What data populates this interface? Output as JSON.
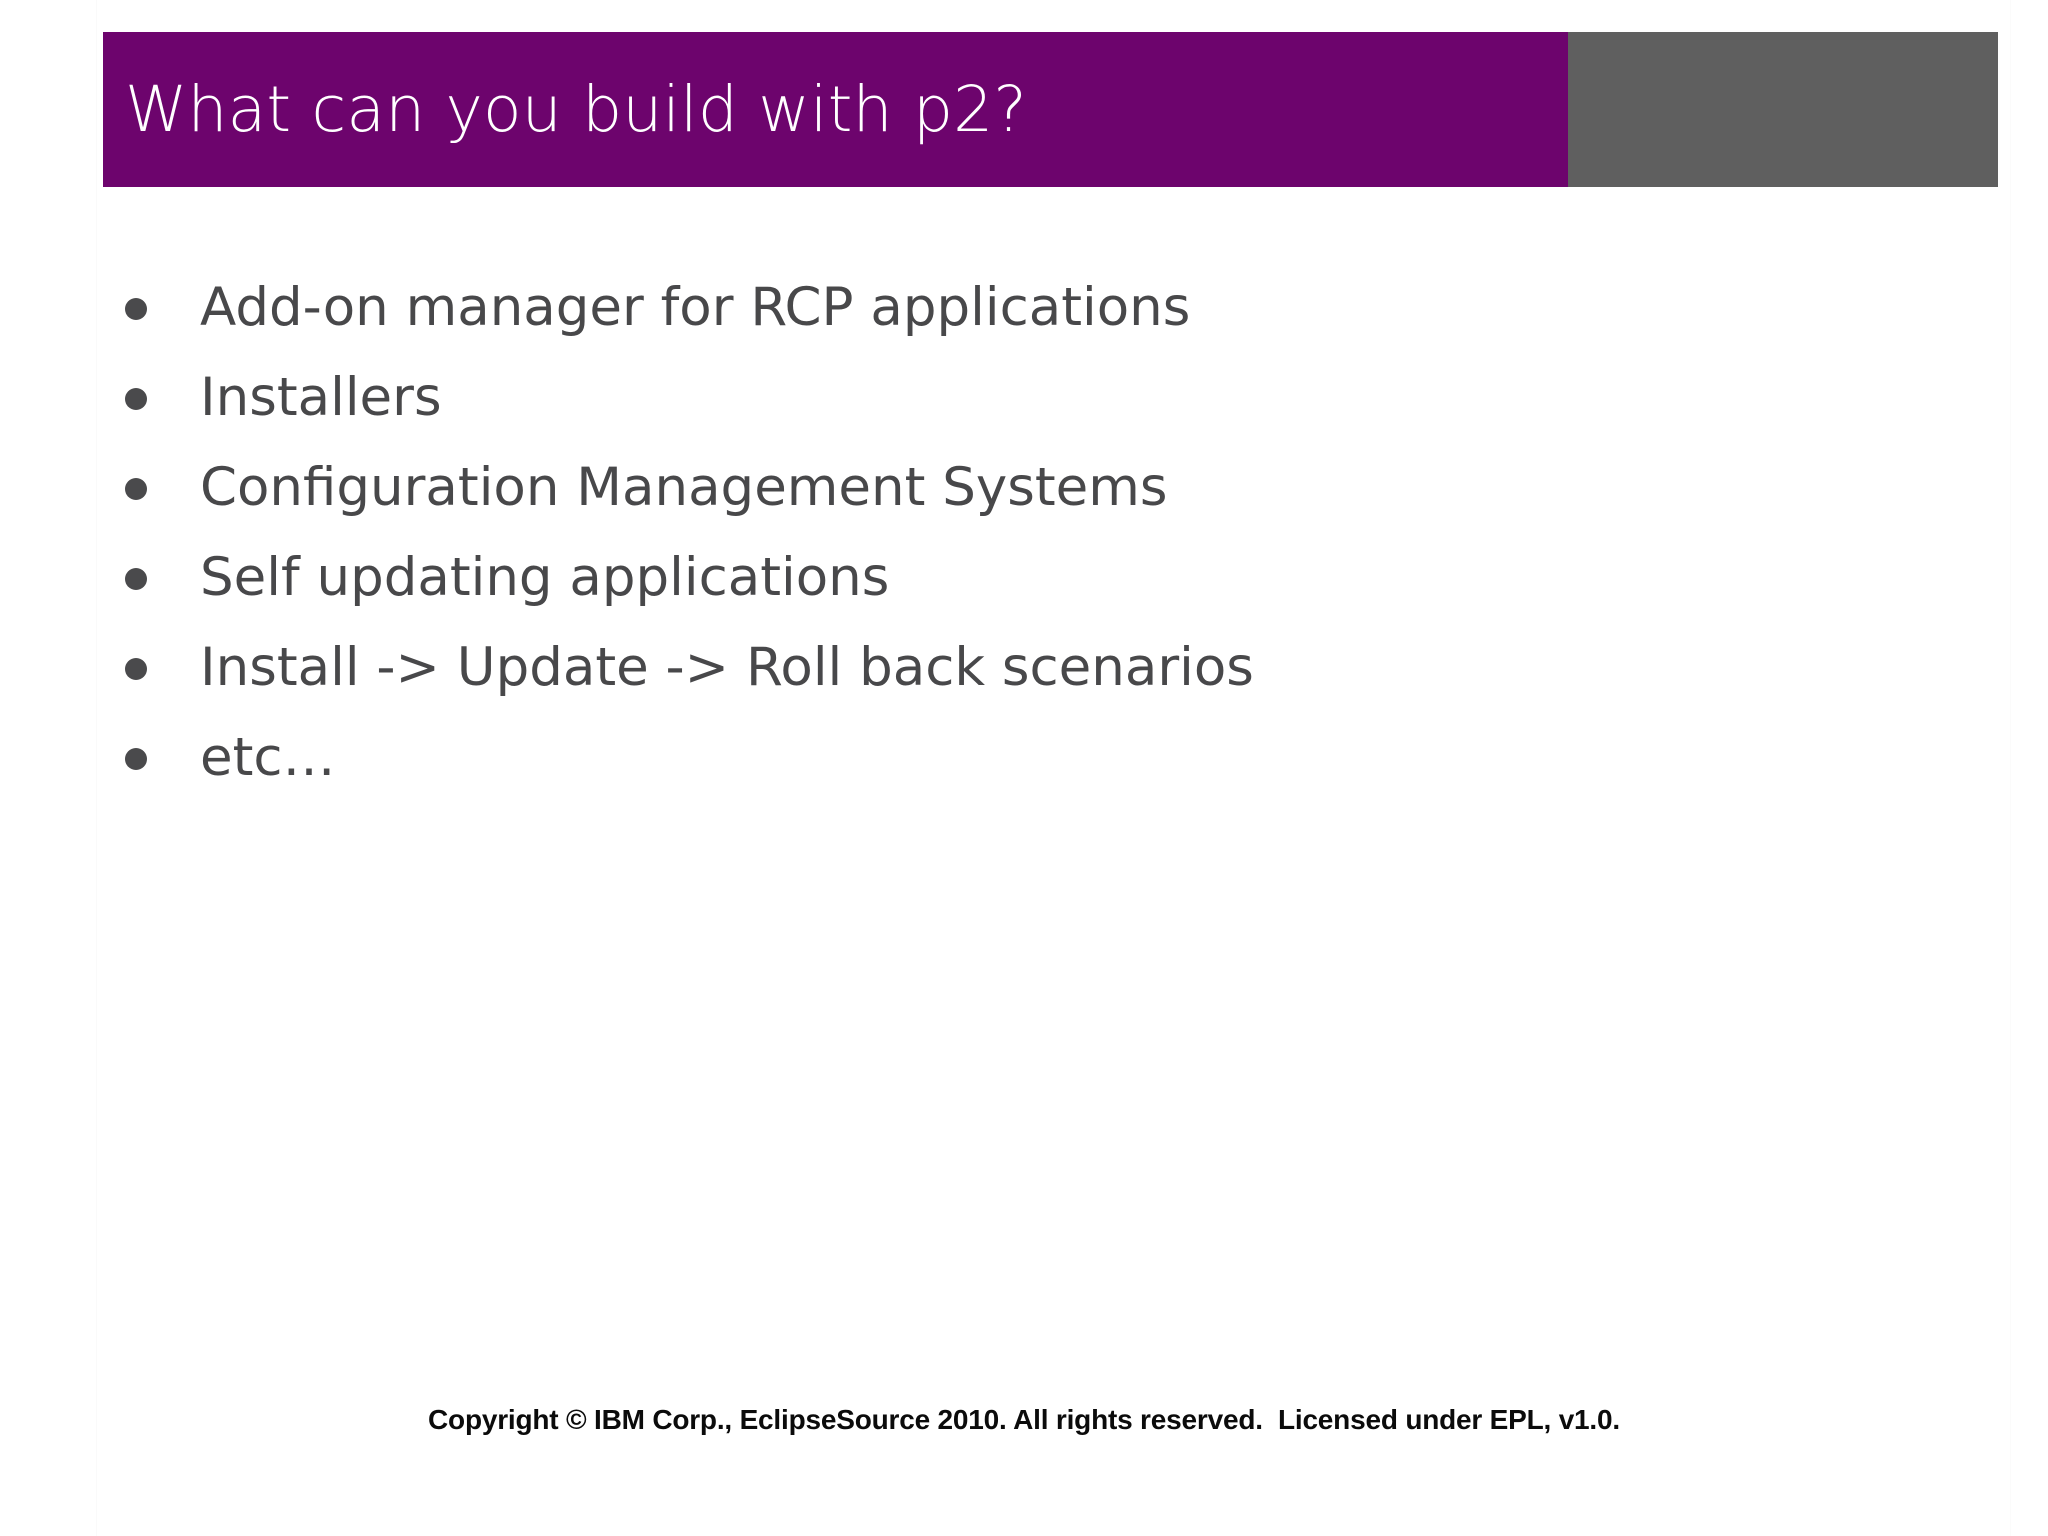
{
  "slide": {
    "title": "What can you build with p2?",
    "header_purple_color": "#6D046D",
    "header_gray_color": "#5F5F5F",
    "background_color": "#FFFFFF",
    "body_text_color": "#48484A"
  },
  "bullets": [
    {
      "label": "Add-on manager for RCP applications"
    },
    {
      "label": "Installers"
    },
    {
      "label": "Configuration Management Systems"
    },
    {
      "label": "Self updating applications"
    },
    {
      "label": "Install -> Update -> Roll back scenarios"
    },
    {
      "label": "etc…"
    }
  ],
  "footer": {
    "copyright": "Copyright © IBM Corp., EclipseSource 2010. All rights reserved.  Licensed under EPL, v1.0."
  }
}
